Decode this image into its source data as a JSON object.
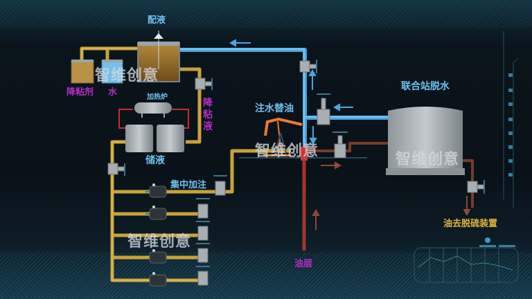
{
  "diagram": {
    "title": "注水替油工艺流程",
    "labels": {
      "mixing": "配液",
      "viscosity_reducer": "降粘剂",
      "water": "水",
      "heater": "加热炉",
      "viscosity_liquid": "降粘液",
      "storage": "储液",
      "water_injection": "注水替油",
      "joint_station": "联合站脱水",
      "central_injection": "集中加注",
      "oil_layer": "油层",
      "to_desulfurization": "油去脱硫装置"
    },
    "watermark": "智维创意",
    "colors": {
      "water_pipe": "#4aa6e2",
      "chemical_pipe": "#c9a23a",
      "oil_pipe": "#7a3a2a",
      "heater_loop": "#d22a2a",
      "pump_jack": "#f07a2a",
      "label_blue": "#6cc2ee",
      "label_magenta": "#b32ec8",
      "label_gold": "#e2b53a"
    },
    "icons": [
      "valve-icon",
      "gear-pump-icon",
      "flow-arrow-icon",
      "pump-jack-icon",
      "tank-icon",
      "heater-icon"
    ]
  }
}
